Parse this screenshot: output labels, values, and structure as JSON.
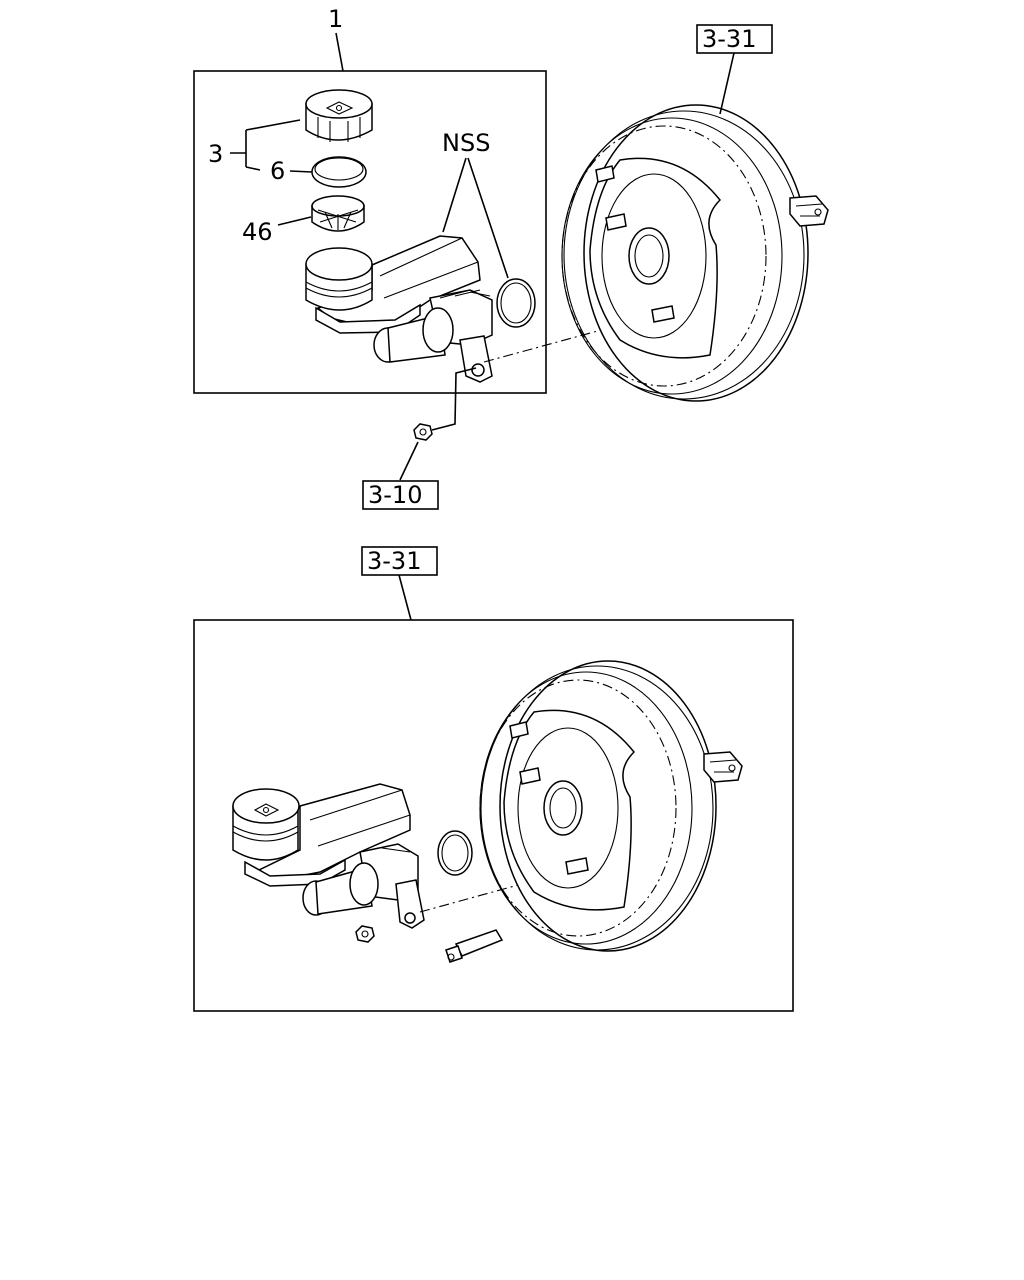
{
  "callouts": {
    "assembly": "1",
    "cap_set": "3",
    "gasket": "6",
    "strainer": "46",
    "nss": "NSS"
  },
  "references": {
    "nut_ref": "3-10",
    "booster_ref_top": "3-31",
    "booster_ref_bottom": "3-31"
  }
}
